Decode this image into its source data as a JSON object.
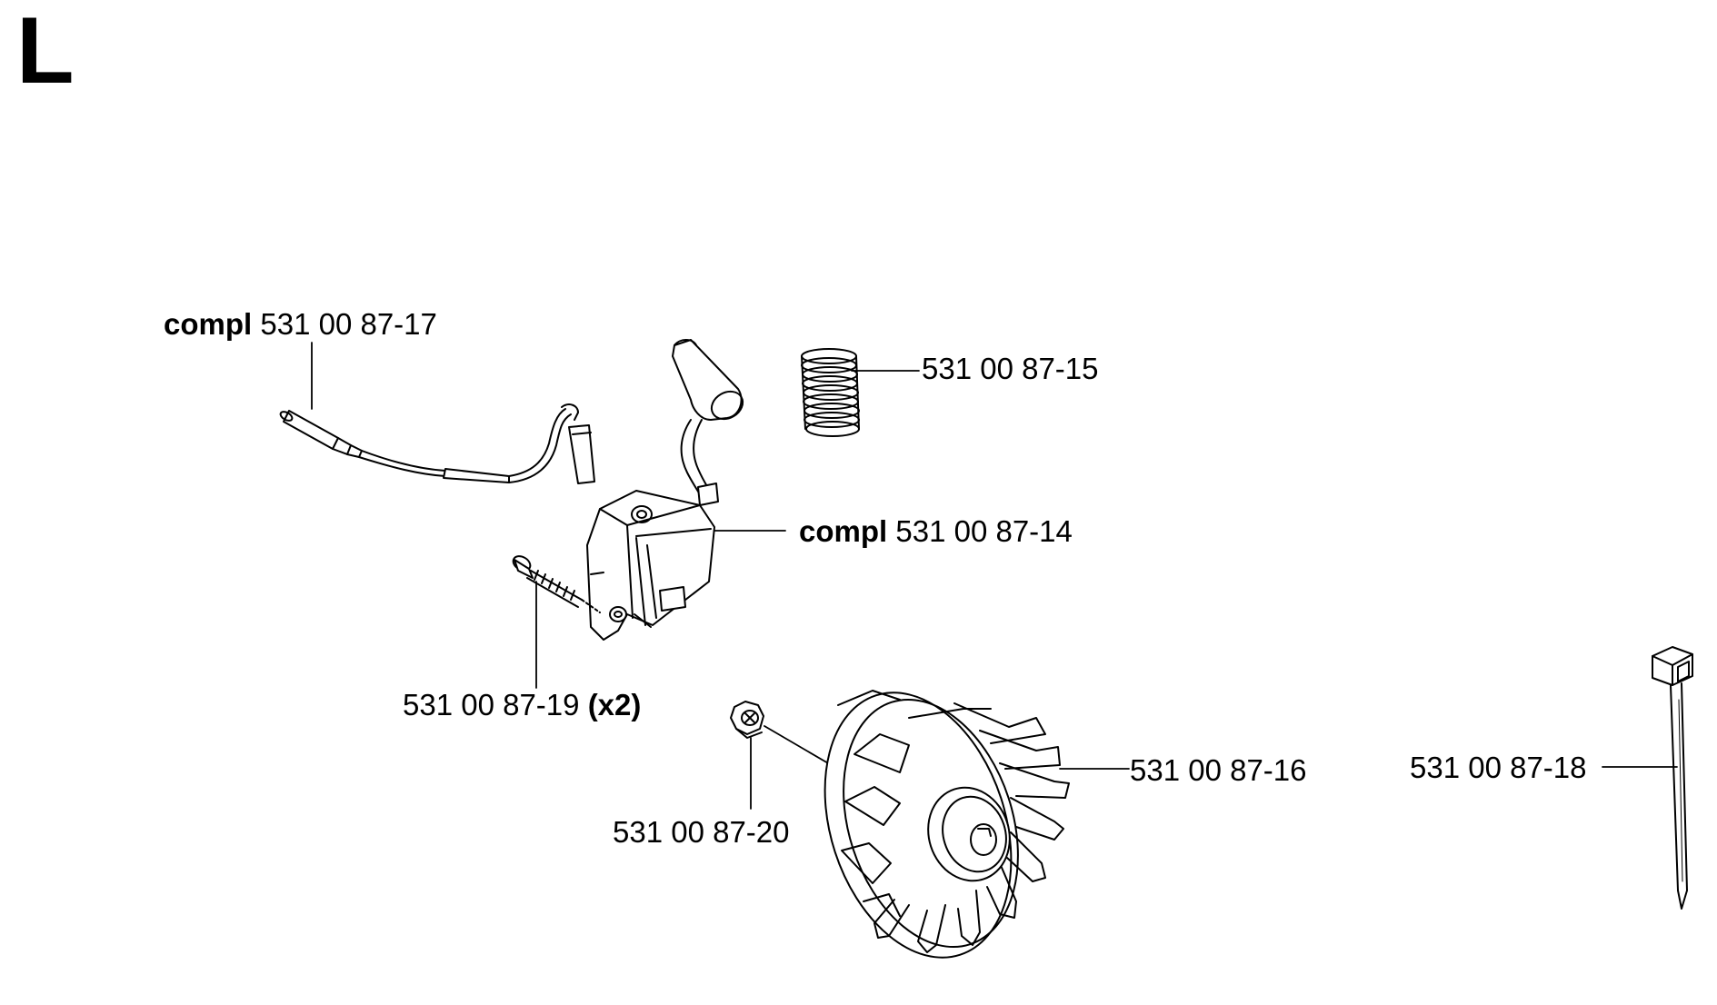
{
  "section": {
    "letter": "L"
  },
  "parts": [
    {
      "id": "p17",
      "prefix": "compl",
      "number": "531 00 87-17",
      "suffix": "",
      "part": "ignition lead with connector"
    },
    {
      "id": "p15",
      "prefix": "",
      "number": "531 00 87-15",
      "suffix": "",
      "part": "spring"
    },
    {
      "id": "p14",
      "prefix": "compl",
      "number": "531 00 87-14",
      "suffix": "",
      "part": "ignition module"
    },
    {
      "id": "p19",
      "prefix": "",
      "number": "531 00 87-19",
      "suffix": "(x2)",
      "part": "screw"
    },
    {
      "id": "p20",
      "prefix": "",
      "number": "531 00 87-20",
      "suffix": "",
      "part": "nut"
    },
    {
      "id": "p16",
      "prefix": "",
      "number": "531 00 87-16",
      "suffix": "",
      "part": "flywheel"
    },
    {
      "id": "p18",
      "prefix": "",
      "number": "531 00 87-18",
      "suffix": "",
      "part": "cable tie"
    }
  ],
  "colors": {
    "ink": "#000000",
    "paper": "#ffffff"
  }
}
